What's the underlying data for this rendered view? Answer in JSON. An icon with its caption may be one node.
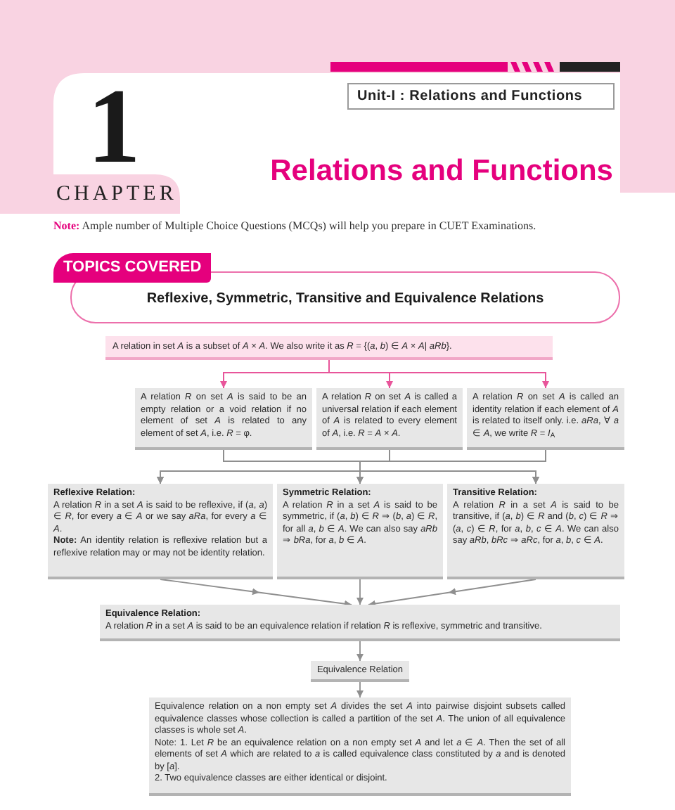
{
  "diagram": {
    "title": "Relations and Functions",
    "nodes": [
      {
        "text": [
          "Unit-I : Relations and Functions"
        ]
      },
      {
        "text": [
          "TOPICS COVERED",
          "Reflexive, Symmetric, Transitive and Equivalence Relations"
        ]
      },
      {
        "text": [
          "A relation in set *A* is a subset of *A* × *A*. We also write it as *R* = {(*a*, *b*) ∈ *A* × *A*| *aRb*}."
        ]
      },
      {
        "text": [
          "A relation *R* on set *A* is said to be an empty relation or a void relation if no element of set *A* is related to any element of set *A*, i.e. *R* = φ."
        ]
      },
      {
        "text": [
          "A relation *R* on set *A* is called a universal relation if each element of *A* is related to every element of *A*, i.e. *R* = *A* × *A*."
        ]
      },
      {
        "text": [
          "A relation *R* on set *A* is called an identity relation if each element of *A* is related to itself only. i.e. *aRa*, ∀ *a* ∈ *A*, we write *R* = *I*$_{A}$"
        ]
      },
      {
        "text": [
          "Reflexive Relation:",
          "A relation *R* in a set *A* is said to be reflexive, if (*a*, *a*) ∈ *R*, for every *a* ∈ *A* or we say *aRa*, for every *a* ∈ *A*.",
          "**Note:** An identity relation is reflexive relation but a reflexive relation may or may not be identity relation."
        ]
      },
      {
        "text": [
          "Symmetric Relation:",
          "A relation *R* in a set *A* is said to be symmetric, if (*a*, *b*) ∈ *R* ⇒ (*b*, *a*) ∈ *R*, for all *a*, *b* ∈ *A*. We can also say *aRb* ⇒ *bRa*, for *a*, *b* ∈ *A*."
        ]
      },
      {
        "text": [
          "Transitive Relation:",
          "A relation *R* in a set *A* is said to be transitive, if (*a*, *b*) ∈ *R* and (*b*, *c*) ∈ *R* ⇒ (*a*, *c*) ∈ *R*, for *a*, *b*, *c* ∈ *A*. We can also say *aRb*, *bRc* ⇒ *aRc*, for *a*, *b*, *c* ∈ *A*."
        ]
      },
      {
        "text": [
          "Equivalence Relation:",
          "A relation *R* in a set *A* is said to be an equivalence relation if relation *R* is reflexive, symmetric and transitive."
        ]
      },
      {
        "text": [
          "Equivalence Relation"
        ]
      },
      {
        "text": [
          "Equivalence relation on a non empty set *A* divides the set *A* into pairwise disjoint subsets called equivalence classes whose collection is called a partition of the set *A*. The union of all equivalence classes is whole set *A*.",
          "Note: 1. Let *R* be an equivalence relation on a non empty set *A* and let *a* ∈ *A*. Then the set of all elements of set *A* which are related to *a* is called equivalence class constituted by *a* and is denoted by [*a*].",
          "2. Two equivalence classes are either identical or disjoint."
        ]
      }
    ],
    "edges": [
      {
        "from": 2,
        "to": 3,
        "arrow": "to",
        "color": "#e8559a"
      },
      {
        "from": 2,
        "to": 4,
        "arrow": "to",
        "color": "#e8559a"
      },
      {
        "from": 2,
        "to": 5,
        "arrow": "to",
        "color": "#e8559a"
      },
      {
        "from": 3,
        "to": 6,
        "arrow": "to"
      },
      {
        "from": 3,
        "to": 7,
        "arrow": "to"
      },
      {
        "from": 3,
        "to": 8,
        "arrow": "to"
      },
      {
        "from": 4,
        "to": 6,
        "arrow": "to"
      },
      {
        "from": 4,
        "to": 7,
        "arrow": "to"
      },
      {
        "from": 4,
        "to": 8,
        "arrow": "to"
      },
      {
        "from": 5,
        "to": 6,
        "arrow": "to"
      },
      {
        "from": 5,
        "to": 7,
        "arrow": "to"
      },
      {
        "from": 5,
        "to": 8,
        "arrow": "to"
      },
      {
        "from": 6,
        "to": 9,
        "arrow": "to"
      },
      {
        "from": 7,
        "to": 9,
        "arrow": "to"
      },
      {
        "from": 8,
        "to": 9,
        "arrow": "to"
      },
      {
        "from": 9,
        "to": 10,
        "arrow": "to"
      },
      {
        "from": 10,
        "to": 11,
        "arrow": "to"
      }
    ],
    "labels": [
      "1",
      "CHAPTER",
      "**Note:** Ample number of Multiple Choice Questions (MCQs) will help you prepare in CUET Examinations."
    ]
  }
}
